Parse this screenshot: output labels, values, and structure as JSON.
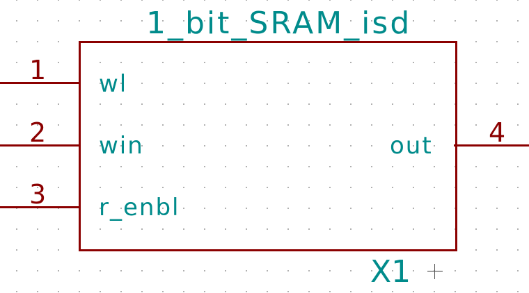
{
  "symbol": {
    "value": "1_bit_SRAM_isd",
    "reference": "X1",
    "colors": {
      "body_and_pins": "#8b0000",
      "text": "#008b8b",
      "grid": "#9a9a9a",
      "background": "#ffffff"
    },
    "pins_left": [
      {
        "number": "1",
        "name": "wl"
      },
      {
        "number": "2",
        "name": "win"
      },
      {
        "number": "3",
        "name": "r_enbl"
      }
    ],
    "pins_right": [
      {
        "number": "4",
        "name": "out"
      }
    ]
  }
}
